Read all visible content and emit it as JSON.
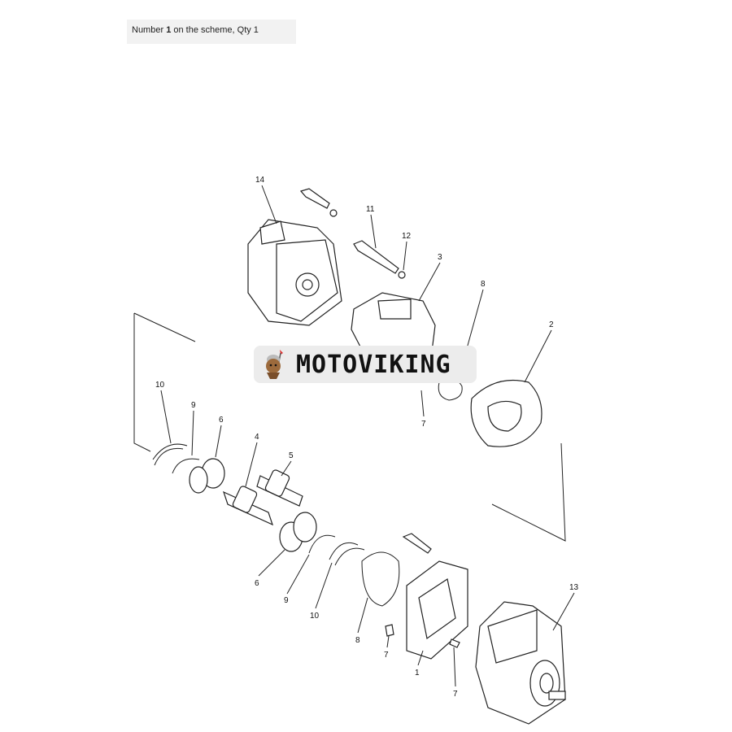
{
  "caption": {
    "prefix": "Number ",
    "number": "1",
    "suffix": " on the scheme, Qty 1"
  },
  "watermark": {
    "text": "MOTOVIKING"
  },
  "callouts": [
    "14",
    "11",
    "12",
    "3",
    "8",
    "2",
    "7",
    "10",
    "9",
    "6",
    "4",
    "5",
    "6",
    "9",
    "10",
    "8",
    "7",
    "1",
    "7",
    "13"
  ]
}
